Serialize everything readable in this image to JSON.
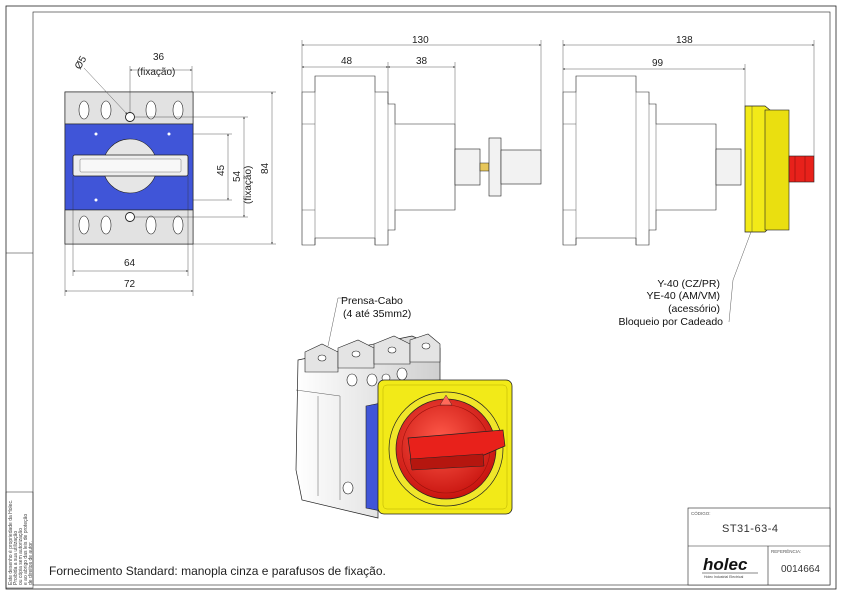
{
  "front_view": {
    "dim_36": "36",
    "dim_fixacao_top": "(fixação)",
    "dim_diameter": "Ø5",
    "dim_45": "45",
    "dim_54": "54",
    "dim_fixacao_side": "(fixação)",
    "dim_84": "84",
    "dim_64": "64",
    "dim_72": "72"
  },
  "side_view": {
    "dim_130": "130",
    "dim_48": "48",
    "dim_38": "38"
  },
  "padlock_view": {
    "dim_138": "138",
    "dim_99": "99",
    "callout_lines": [
      "Y-40 (CZ/PR)",
      "YE-40 (AM/VM)",
      "(acessório)",
      "Bloqueio por Cadeado"
    ]
  },
  "iso_view": {
    "callout_lines": [
      "Prensa-Cabo",
      "(4 até 35mm2)"
    ]
  },
  "title_block": {
    "codigo_label": "CÓDIGO:",
    "codigo": "ST31-63-4",
    "referencia_label": "REFERÊNCIA:",
    "referencia": "0014664",
    "brand": "holec",
    "brand_sub": "Holec Industrial Electrical"
  },
  "side_note": [
    "Este desenho é propriedade da Holec.",
    "Proibida a sua utilização",
    "ou cópia sem autorização",
    "e ao abrigo das leis de proteção",
    "de direitos de autor."
  ],
  "footer_text": "Fornecimento Standard: manopla cinza e parafusos de fixação.",
  "colors": {
    "blue": "#4055d8",
    "yellow": "#f2ea18",
    "red": "#e8211b",
    "body_grey": "#ececec"
  }
}
